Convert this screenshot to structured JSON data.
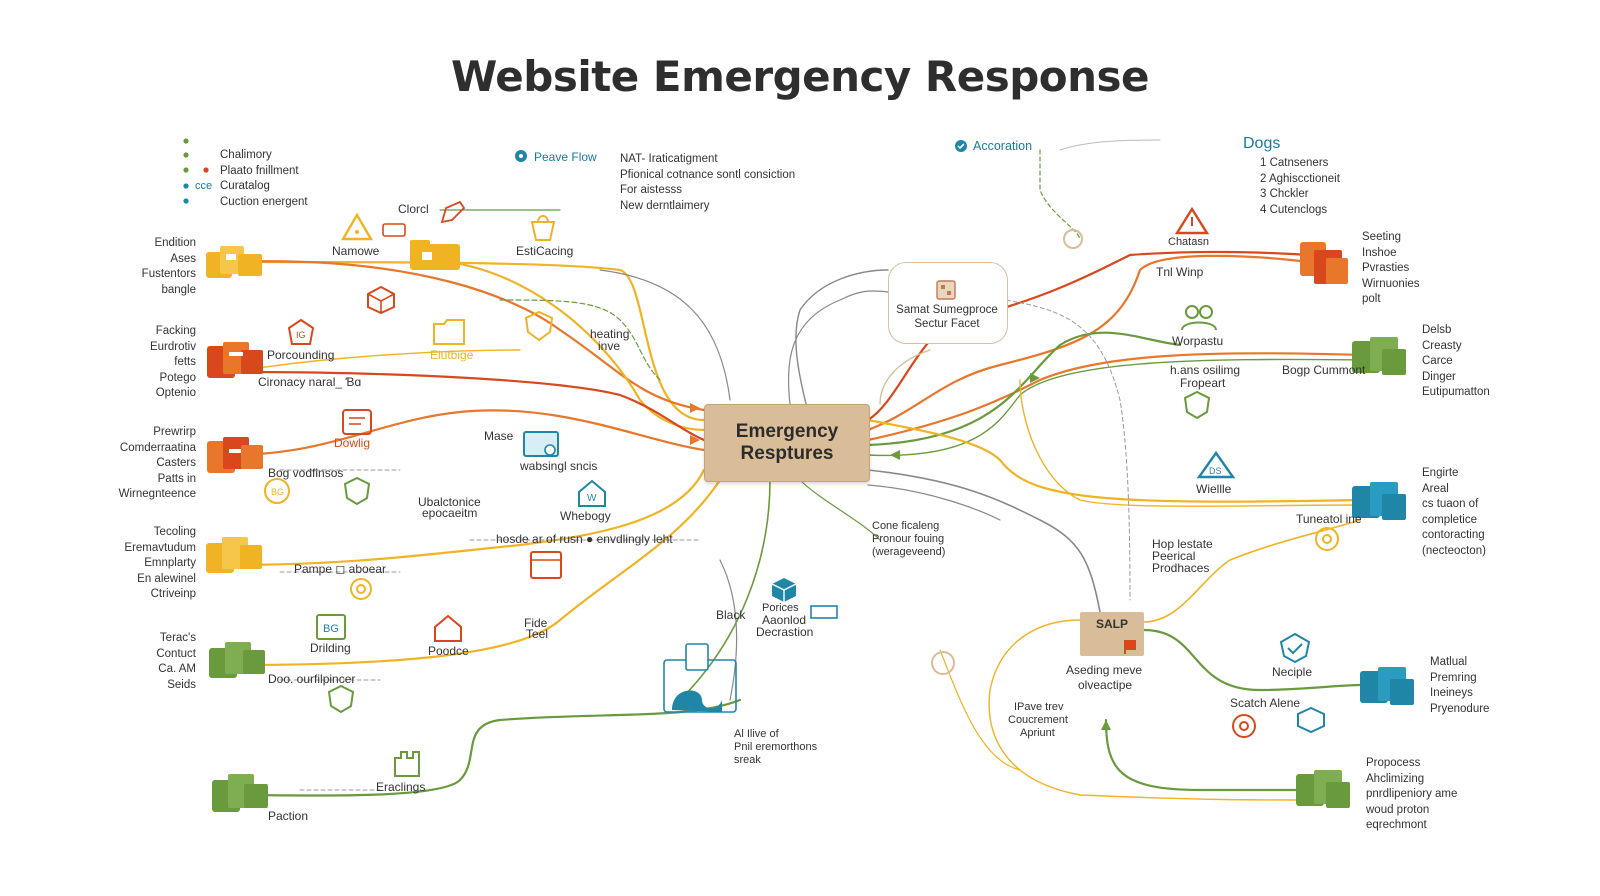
{
  "title": "Website Emergency Response",
  "hub": {
    "line1": "Emergency",
    "line2": "Resptures"
  },
  "sub_hub": {
    "line1": "Samat Sumegproce",
    "line2": "Sectur Facet"
  },
  "salp": {
    "label": "SALP"
  },
  "legend": {
    "items": [
      "Chalimory",
      "Plaato fnillment",
      "Curatalog",
      "Cuction energent"
    ],
    "prefix": "cce"
  },
  "peave_flow": {
    "label": "Peave Flow",
    "items": [
      "NAT- Iraticatigment",
      "Pfionical cotnance sontl consiction",
      "For aistesss",
      "New derntlaimery"
    ]
  },
  "accoration": {
    "label": "Accoration"
  },
  "dogs": {
    "heading": "Dogs",
    "items": [
      "1  Catnseners",
      "2  Aghiscctioneit",
      "3  Chckler",
      "4  Cutenclogs"
    ]
  },
  "left_groups": [
    {
      "lines": [
        "Endition",
        "Ases",
        "Fustentors",
        "bangle"
      ]
    },
    {
      "lines": [
        "Facking",
        "Eurdrotiv",
        "fetts",
        "Potego",
        "Optenio"
      ]
    },
    {
      "lines": [
        "Prewrirp",
        "Comderraatina",
        "Casters",
        "Patts in",
        "Wirnegnteence"
      ]
    },
    {
      "lines": [
        "Tecoling",
        "Eremavtudum",
        "Emnplarty",
        "En alewinel",
        "Ctriveinp"
      ]
    },
    {
      "lines": [
        "Terac's",
        "Contuct",
        "Ca. AM",
        "Seids"
      ]
    }
  ],
  "right_groups": [
    {
      "lines": [
        "Seeting",
        "Inshoe",
        "Pvrasties",
        "Wirnuonies",
        "polt"
      ]
    },
    {
      "lines": [
        "Delsb",
        "Creasty",
        "Carce",
        "Dinger",
        "Eutipumatton"
      ]
    },
    {
      "lines": [
        "Engirte",
        "Areal",
        "cs tuaon of",
        "completice",
        "contoracting",
        "(necteocton)"
      ]
    },
    {
      "lines": [
        "Matlual",
        "Premring",
        "Ineineys",
        "Pryenodure"
      ]
    },
    {
      "lines": [
        "Propocess",
        "Ahclimizing",
        "pnrdlipeniory ame",
        "woud proton",
        "eqrechmont"
      ]
    }
  ],
  "nodes": {
    "namowe": "Namowe",
    "clorcl": "Clorcl",
    "estecacing": "EstiCacing",
    "porcouding": "Porcounding",
    "elutbiga": "Eiutbige",
    "ciranacy": "Cironacy  naral_  Ɓɑ",
    "dowlig": "Dowlig",
    "mase": "Mase",
    "boo": "Bog  vodfinsos",
    "wbdsnep": "wabsingl  sncis",
    "ubale": "Ubalctonice",
    "epocaiton": "epocaeitm",
    "whebogy": "Whebogy",
    "hezting": "heating",
    "inne": "inve",
    "pampe": "Pampe  ◻  aboear",
    "hnd": "hosde ar of rusn  ●  envdlingly leht",
    "fide": "Fide",
    "feel": "Teel",
    "drilding": "Drilding",
    "poodice": "Poodce",
    "doo": "Doo.  ourfilpincer",
    "eraclings": "Eraclings",
    "paction": "Paction",
    "black": "Black",
    "porices": "Porices",
    "aconlod": "Aaonlod",
    "decrastion": "Decrastion",
    "allive": "Al Ilive of",
    "pnil": "Pnil eremorthons",
    "break": "sreak",
    "conefic": "Cone ficaleng",
    "pronour": "Pronour fouing",
    "werageven": "(werageveend)",
    "chatasn": "Chatasn",
    "tnlwinp": "Tnl Winp",
    "worpastu": "Worpastu",
    "hanb": "h.ans  osilimg",
    "fropeart": "Fropeart",
    "bog": "Bogp  Cummont",
    "wiellle": "Wiellle",
    "tuneat": "Tuneatol ine",
    "hop": "Hop  lestate",
    "peerical": "Peerical",
    "prodnaces": "Prodhaces",
    "asedingmove": "Aseding meve",
    "olveactipe": "olveactipe",
    "ipave": "IPave trev",
    "coucrement": "Coucrement",
    "apriunt": "Apriunt",
    "neciple": "Neciple",
    "scatch": "Scatch  Alene"
  },
  "colors": {
    "yellow": "#f0b323",
    "orange": "#e8762b",
    "red": "#d9481c",
    "green": "#6a9a3e",
    "teal": "#1f86a8",
    "tan": "#d9bd98",
    "gray": "#888888"
  }
}
